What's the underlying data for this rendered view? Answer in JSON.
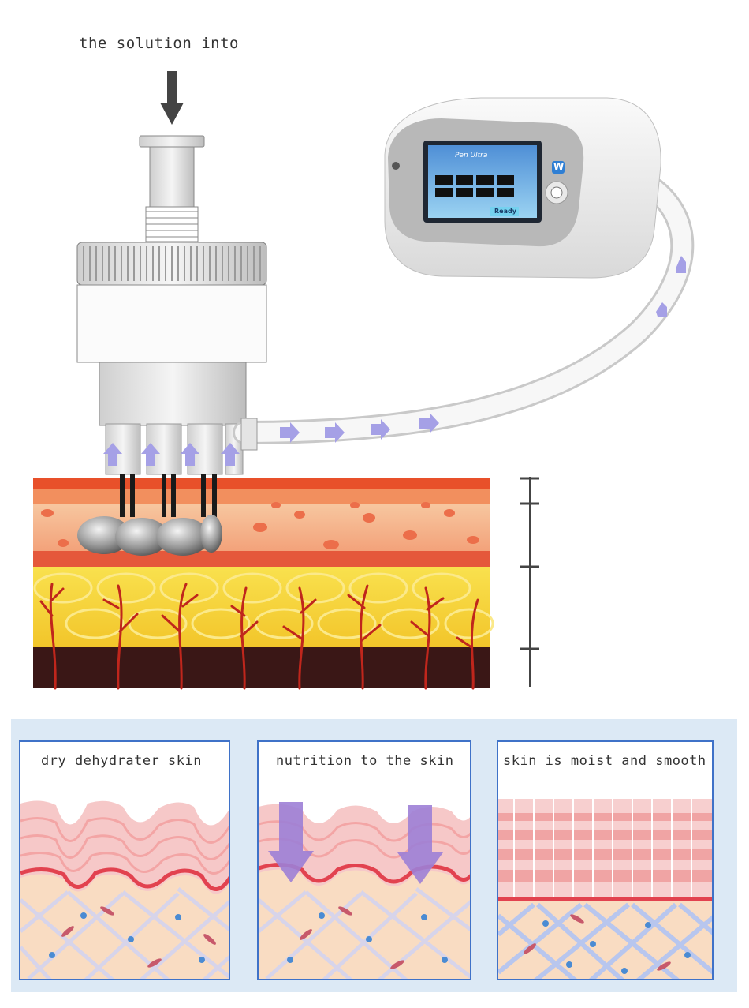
{
  "top_illustration": {
    "instruction_label": "the solution into",
    "device_screen_brand": "Pen Ultra",
    "device_screen_status": "Ready",
    "device_logo_letter": "W"
  },
  "stages": [
    {
      "label": "dry dehydrater skin"
    },
    {
      "label": "nutrition to the skin"
    },
    {
      "label": "skin is moist and smooth"
    }
  ],
  "colors": {
    "panel_bg": "#dce9f5",
    "frame_border": "#3f72c8",
    "arrow_lavender": "#a5a0e6",
    "skin_outer": "#e8502a",
    "dermis": "#f5b78d",
    "fat_yellow": "#f6d83d",
    "vessel_red": "#c0261c",
    "muscle_dark": "#3a1716"
  }
}
